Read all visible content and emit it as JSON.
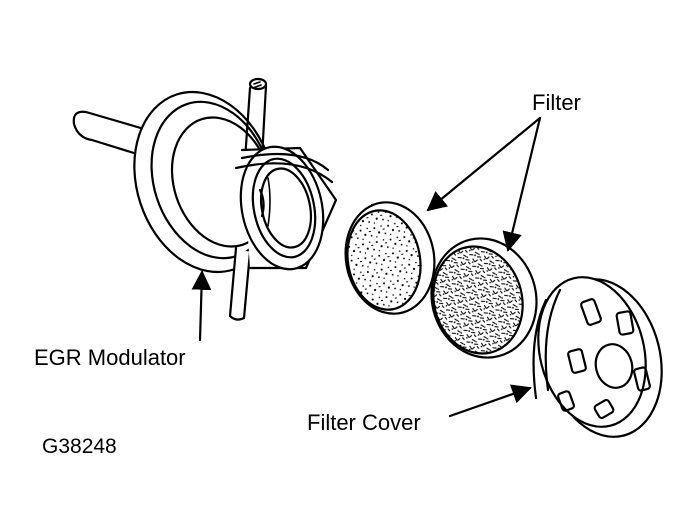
{
  "labels": {
    "filter": "Filter",
    "egr_modulator": "EGR Modulator",
    "filter_cover": "Filter Cover",
    "figure_id": "G38248"
  },
  "colors": {
    "ink": "#000000",
    "paper": "#ffffff"
  }
}
